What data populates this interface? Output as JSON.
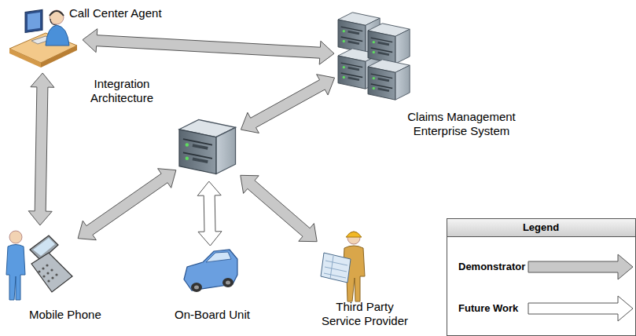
{
  "diagram": {
    "nodes": [
      {
        "text": [
          "Call Center Agent"
        ]
      },
      {
        "text": [
          "Integration Architecture"
        ]
      },
      {
        "text": [
          "Claims Management Enterprise System"
        ]
      },
      {
        "text": [
          "Mobile Phone"
        ]
      },
      {
        "text": [
          "On-Board Unit"
        ]
      },
      {
        "text": [
          "Third Party Service Provider"
        ]
      }
    ],
    "edges": [
      {
        "from": 0,
        "to": 2,
        "arrow": "both"
      },
      {
        "from": 0,
        "to": 3,
        "arrow": "both"
      },
      {
        "from": 1,
        "to": 2,
        "arrow": "both"
      },
      {
        "from": 1,
        "to": 3,
        "arrow": "both"
      },
      {
        "from": 1,
        "to": 4,
        "arrow": "both"
      },
      {
        "from": 1,
        "to": 5,
        "arrow": "both"
      }
    ],
    "labels": [
      "Legend"
    ],
    "legend": [
      {
        "text": "Demonstrator"
      },
      {
        "text": "Future Work"
      }
    ]
  }
}
